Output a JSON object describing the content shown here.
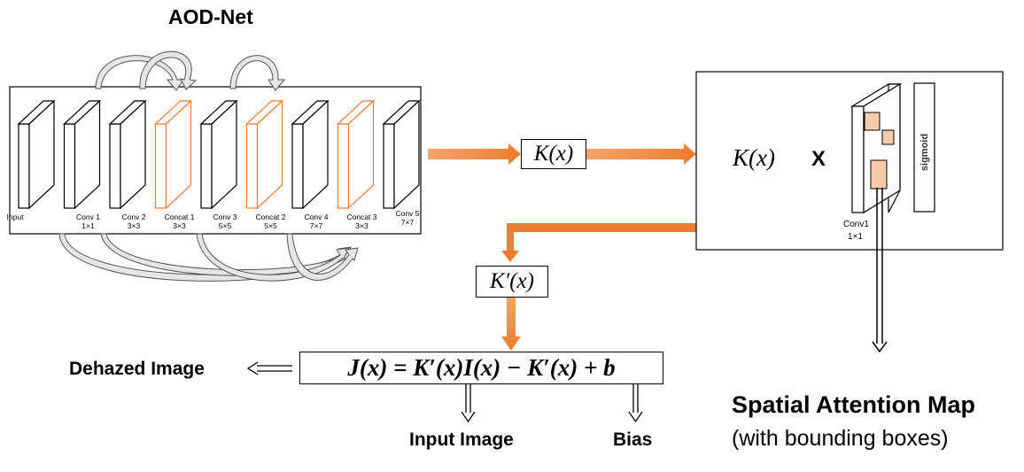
{
  "title": "AOD-Net",
  "layers": [
    {
      "name": "Input",
      "size": "",
      "color": "#000000"
    },
    {
      "name": "Conv 1",
      "size": "1×1",
      "color": "#000000"
    },
    {
      "name": "Conv 2",
      "size": "3×3",
      "color": "#000000"
    },
    {
      "name": "Concat 1",
      "size": "3×3",
      "color": "#ed7d31"
    },
    {
      "name": "Conv 3",
      "size": "5×5",
      "color": "#000000"
    },
    {
      "name": "Concat 2",
      "size": "5×5",
      "color": "#ed7d31"
    },
    {
      "name": "Conv 4",
      "size": "7×7",
      "color": "#000000"
    },
    {
      "name": "Concat 3",
      "size": "3×3",
      "color": "#ed7d31"
    },
    {
      "name": "Conv 5",
      "size": "7×7",
      "color": "#000000"
    }
  ],
  "k_label": "K(x)",
  "kprime_label": "K′(x)",
  "attention": {
    "k_label": "K(x)",
    "times": "X",
    "conv_label": "Conv1",
    "conv_size": "1×1",
    "sigmoid": "sigmoid"
  },
  "equation": "J(x) = K′(x)I(x) − K′(x) + b",
  "dehazed_label": "Dehazed Image",
  "input_image_label": "Input Image",
  "bias_label": "Bias",
  "spatial_title": "Spatial Attention Map",
  "spatial_subtitle": "(with bounding boxes)",
  "colors": {
    "accent": "#ed7d31",
    "line": "#000000",
    "curve_fill": "#d9d9d9"
  }
}
